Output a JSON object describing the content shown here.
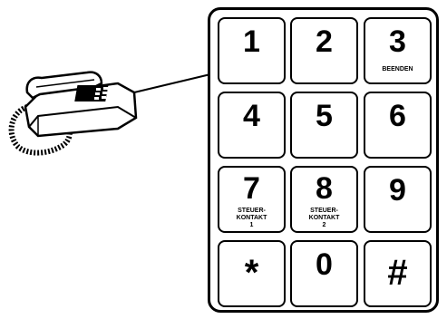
{
  "keypad": {
    "keys": [
      {
        "digit": "1",
        "sub": []
      },
      {
        "digit": "2",
        "sub": []
      },
      {
        "digit": "3",
        "sub": [
          "BEENDEN"
        ]
      },
      {
        "digit": "4",
        "sub": []
      },
      {
        "digit": "5",
        "sub": []
      },
      {
        "digit": "6",
        "sub": []
      },
      {
        "digit": "7",
        "sub": [
          "STEUER-",
          "KONTAKT",
          "1"
        ]
      },
      {
        "digit": "8",
        "sub": [
          "STEUER-",
          "KONTAKT",
          "2"
        ]
      },
      {
        "digit": "9",
        "sub": []
      },
      {
        "digit": "*",
        "sub": []
      },
      {
        "digit": "0",
        "sub": []
      },
      {
        "digit": "#",
        "sub": []
      }
    ]
  },
  "colors": {
    "line": "#000000",
    "fill": "#ffffff",
    "shade": "#d8d8d8"
  },
  "icons": {
    "phone": "desk-telephone-icon"
  }
}
